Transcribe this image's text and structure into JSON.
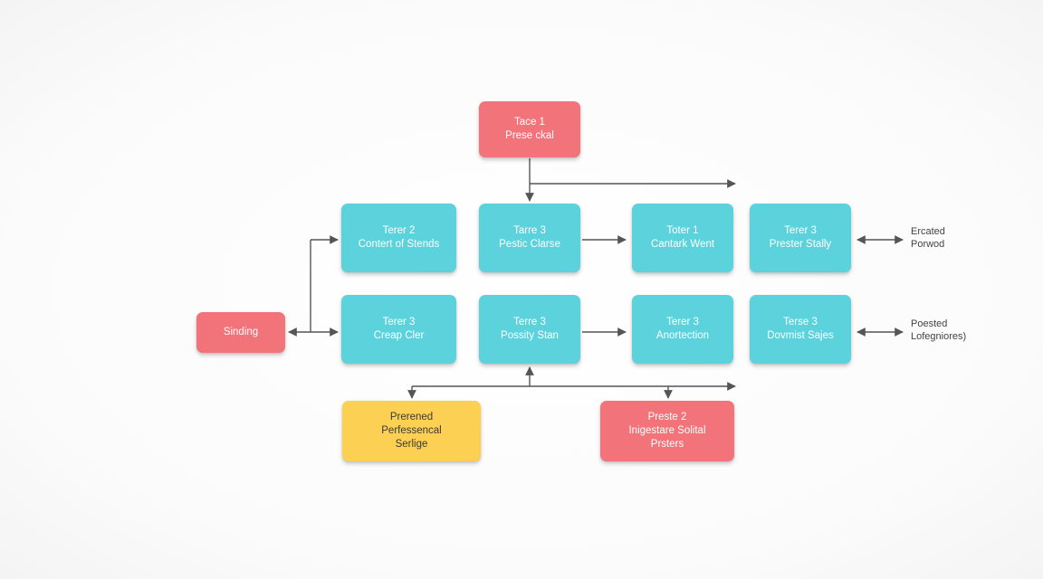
{
  "colors": {
    "red": "#f2737a",
    "teal": "#5cd3dc",
    "yellow": "#fcd053",
    "connector": "#555555"
  },
  "nodes": {
    "top": {
      "line1": "Tace 1",
      "line2": "Prese ckal"
    },
    "start": {
      "line1": "Sinding"
    },
    "r1c1": {
      "line1": "Terer 2",
      "line2": "Contert of Stends"
    },
    "r1c2": {
      "line1": "Tarre 3",
      "line2": "Pestic Clarse"
    },
    "r1c3": {
      "line1": "Toter 1",
      "line2": "Cantark Went"
    },
    "r1c4": {
      "line1": "Terer 3",
      "line2": "Prester Stally"
    },
    "r2c1": {
      "line1": "Terer 3",
      "line2": "Creap Cler"
    },
    "r2c2": {
      "line1": "Terre 3",
      "line2": "Possity Stan"
    },
    "r2c3": {
      "line1": "Terer 3",
      "line2": "Anortection"
    },
    "r2c4": {
      "line1": "Terse 3",
      "line2": "Dovmist Sajes"
    },
    "bottom_left": {
      "line1": "Prerened",
      "line2": "Perfessencal",
      "line3": "Serlige"
    },
    "bottom_right": {
      "line1": "Preste 2",
      "line2": "Inigestare Solital",
      "line3": "Prsters"
    }
  },
  "side_labels": {
    "row1": {
      "line1": "Ercated",
      "line2": "Porwod"
    },
    "row2": {
      "line1": "Poested",
      "line2": "Lofegniores)"
    }
  }
}
